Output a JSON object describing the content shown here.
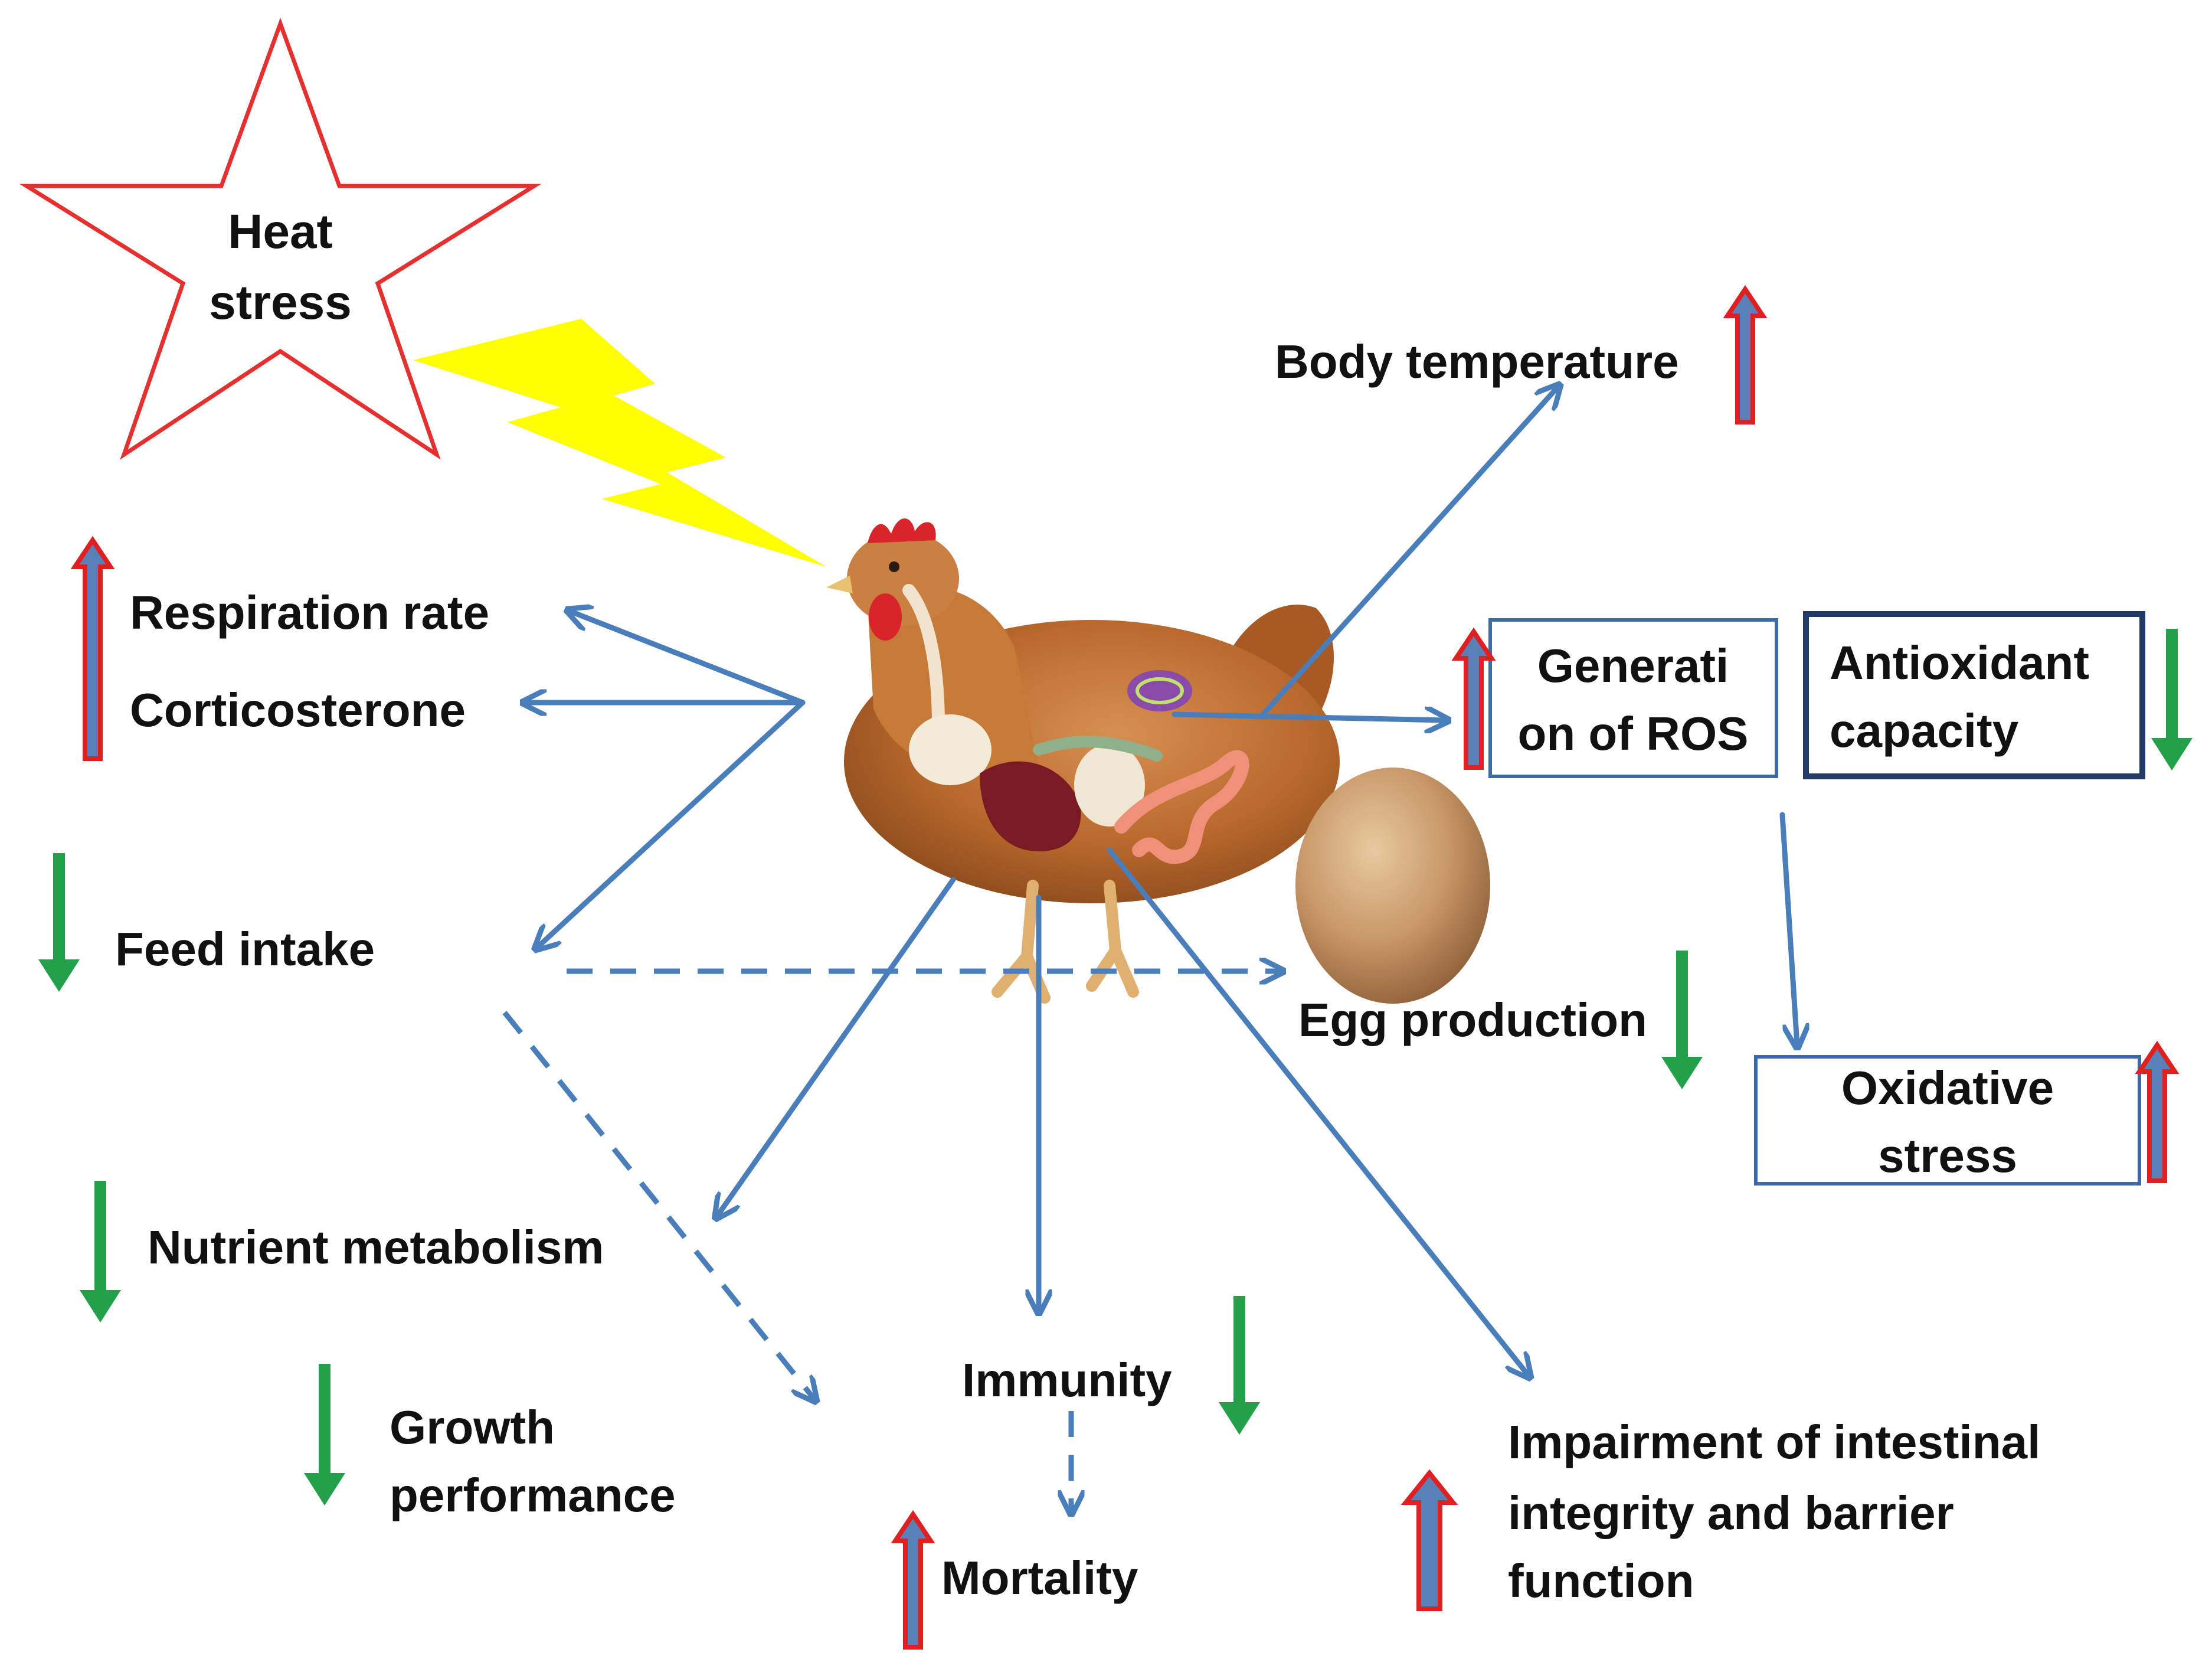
{
  "labels": {
    "heat_stress_line1": "Heat",
    "heat_stress_line2": "stress",
    "body_temperature": "Body temperature",
    "respiration_rate": "Respiration rate",
    "corticosterone": "Corticosterone",
    "feed_intake": "Feed intake",
    "nutrient_metabolism": "Nutrient metabolism",
    "growth_line1": "Growth",
    "growth_line2": "performance",
    "immunity": "Immunity",
    "mortality": "Mortality",
    "egg_production": "Egg production",
    "ros_line1": "Generati",
    "ros_line2": "on of ROS",
    "antioxidant_line1": "Antioxidant",
    "antioxidant_line2": "capacity",
    "oxidative_line1": "Oxidative",
    "oxidative_line2": "stress",
    "intestinal_line1": "Impairment of intestinal",
    "intestinal_line2": "integrity and barrier",
    "intestinal_line3": "function"
  },
  "indicators": {
    "body_temperature": "increase",
    "respiration_and_corticosterone": "increase",
    "feed_intake": "decrease",
    "nutrient_metabolism": "decrease",
    "growth_performance": "decrease",
    "immunity": "decrease",
    "mortality": "increase",
    "egg_production": "decrease",
    "generation_of_ros": "increase",
    "antioxidant_capacity": "decrease",
    "oxidative_stress": "increase",
    "intestinal_impairment": "increase"
  },
  "icons": {
    "star": "star-icon",
    "lightning": "lightning-bolt-icon",
    "hen": "hen-illustration",
    "egg": "egg-icon",
    "up": "arrow-up-icon",
    "down": "arrow-down-icon"
  },
  "colors": {
    "arrow_blue": "#4a7ebb",
    "increase_red": "#e02020",
    "increase_fill": "#5a80b8",
    "decrease_green": "#22a04a",
    "star_outline": "#e53030",
    "lightning_yellow": "#ffff00",
    "box_border": "#3d6aa8",
    "box_border_dark": "#1f3b66"
  }
}
